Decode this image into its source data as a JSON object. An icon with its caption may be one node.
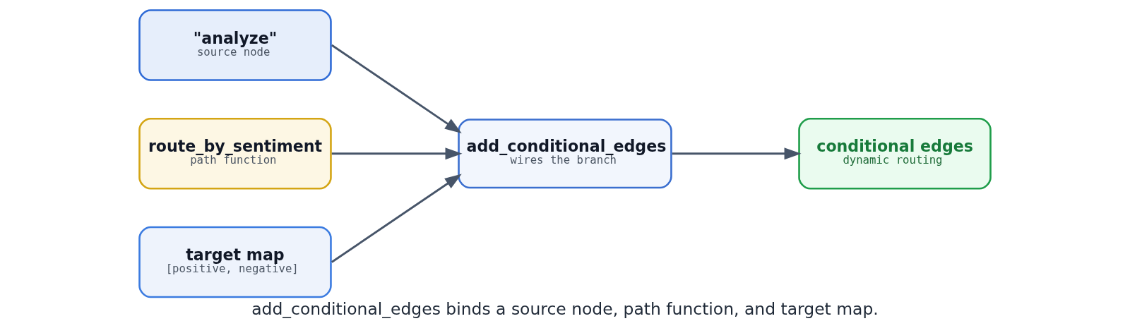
{
  "diagram": {
    "caption": "add_conditional_edges binds a source node, path function, and target map.",
    "nodes": [
      {
        "text": [
          "\"analyze\"",
          "source node"
        ]
      },
      {
        "text": [
          "route_by_sentiment",
          "path function"
        ]
      },
      {
        "text": [
          "target map",
          "[positive, negative]"
        ]
      },
      {
        "text": [
          "add_conditional_edges",
          "wires the branch"
        ]
      },
      {
        "text": [
          "conditional edges",
          "dynamic routing"
        ]
      }
    ],
    "edges": [
      {
        "from": 0,
        "to": 3,
        "arrow": "to"
      },
      {
        "from": 1,
        "to": 3,
        "arrow": "to"
      },
      {
        "from": 2,
        "to": 3,
        "arrow": "to"
      },
      {
        "from": 3,
        "to": 4,
        "arrow": "to"
      }
    ]
  }
}
